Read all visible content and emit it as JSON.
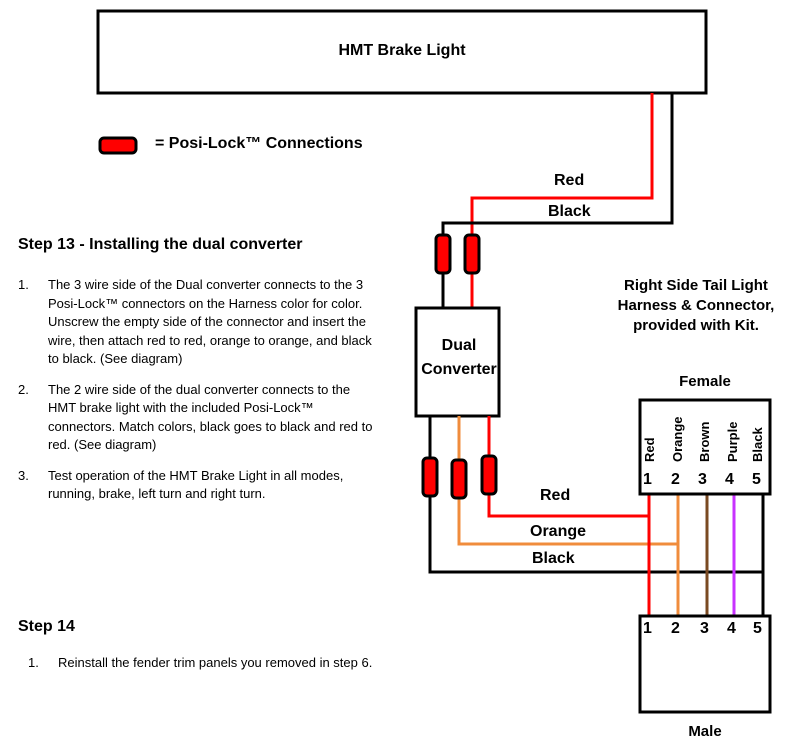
{
  "brake_light": {
    "title": "HMT Brake Light"
  },
  "legend": {
    "symbol": "posi-lock-connector",
    "text": "= Posi-Lock™ Connections"
  },
  "converter": {
    "line1": "Dual",
    "line2": "Converter"
  },
  "wire_labels": {
    "top_red": "Red",
    "top_black": "Black",
    "bottom_red": "Red",
    "bottom_orange": "Orange",
    "bottom_black": "Black"
  },
  "harness_caption": [
    "Right Side Tail Light",
    "Harness & Connector,",
    "provided with Kit."
  ],
  "female": {
    "label": "Female",
    "pins": [
      {
        "num": "1",
        "color_name": "Red",
        "color": "#ff0000"
      },
      {
        "num": "2",
        "color_name": "Orange",
        "color": "#f08c3c"
      },
      {
        "num": "3",
        "color_name": "Brown",
        "color": "#7a4a22"
      },
      {
        "num": "4",
        "color_name": "Purple",
        "color": "#c832ff"
      },
      {
        "num": "5",
        "color_name": "Black",
        "color": "#000000"
      }
    ]
  },
  "male": {
    "label": "Male",
    "pins": [
      "1",
      "2",
      "3",
      "4",
      "5"
    ]
  },
  "step13": {
    "title": "Step 13 - Installing the dual converter",
    "items": [
      {
        "num": "1.",
        "text": "The 3 wire side of the Dual converter connects to the 3 Posi-Lock™ connectors on the Harness color for color.  Unscrew the empty side of the connector and insert the wire, then attach red to red, orange to orange, and black to black. (See diagram)"
      },
      {
        "num": "2.",
        "text": "The 2 wire side of the dual converter connects to the HMT brake light with the included Posi-Lock™ connectors. Match colors, black goes to black and red to red. (See diagram)"
      },
      {
        "num": "3.",
        "text": "Test operation of the HMT Brake Light in all modes, running, brake, left turn and right turn."
      }
    ]
  },
  "step14": {
    "title": "Step 14",
    "items": [
      {
        "num": "1.",
        "text": "Reinstall the fender trim panels you removed in step 6."
      }
    ]
  },
  "colors": {
    "red": "#ff0000",
    "orange": "#f08c3c",
    "brown": "#7a4a22",
    "purple": "#c832ff",
    "black": "#000000",
    "connector_fill": "#ff0000"
  }
}
